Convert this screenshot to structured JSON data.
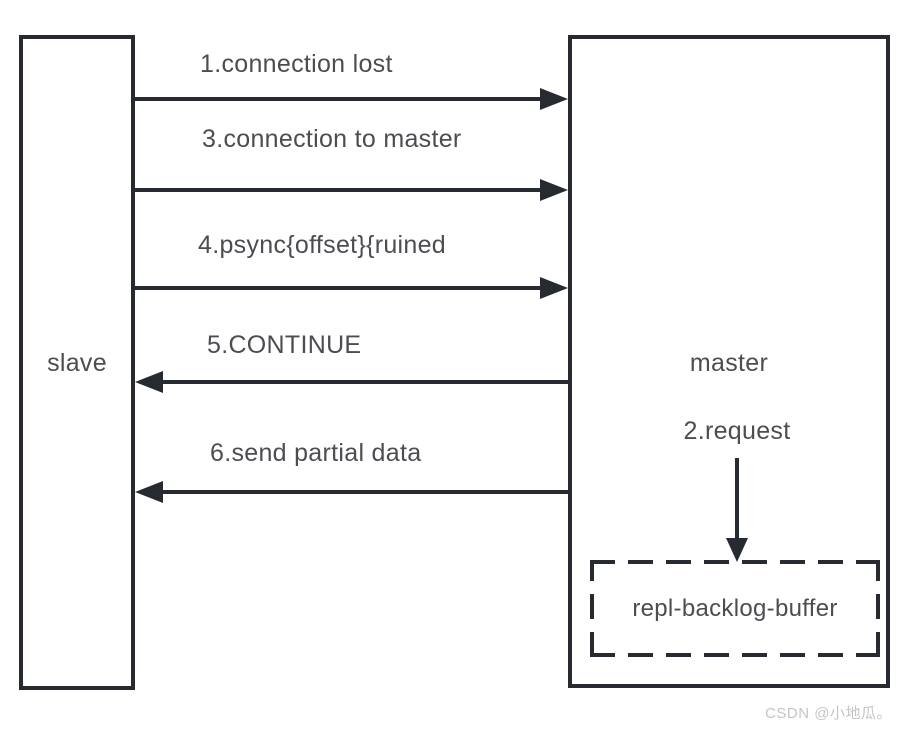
{
  "colors": {
    "stroke": "#272b31",
    "text": "#4b4d51",
    "watermark": "#c5c5c5",
    "bg": "#ffffff"
  },
  "diagram": {
    "slave_label": "slave",
    "master_label": "master",
    "messages": [
      {
        "label": "1.connection lost",
        "direction": "right",
        "from": "slave",
        "to": "master"
      },
      {
        "label": "3.connection to master",
        "direction": "right",
        "from": "slave",
        "to": "master"
      },
      {
        "label": "4.psync{offset}{ruined",
        "direction": "right",
        "from": "slave",
        "to": "master"
      },
      {
        "label": "5.CONTINUE",
        "direction": "left",
        "from": "master",
        "to": "slave"
      },
      {
        "label": "6.send partial data",
        "direction": "left",
        "from": "master",
        "to": "slave"
      }
    ],
    "request_label": "2.request",
    "backlog_label": "repl-backlog-buffer",
    "watermark": "CSDN @小地瓜。"
  }
}
